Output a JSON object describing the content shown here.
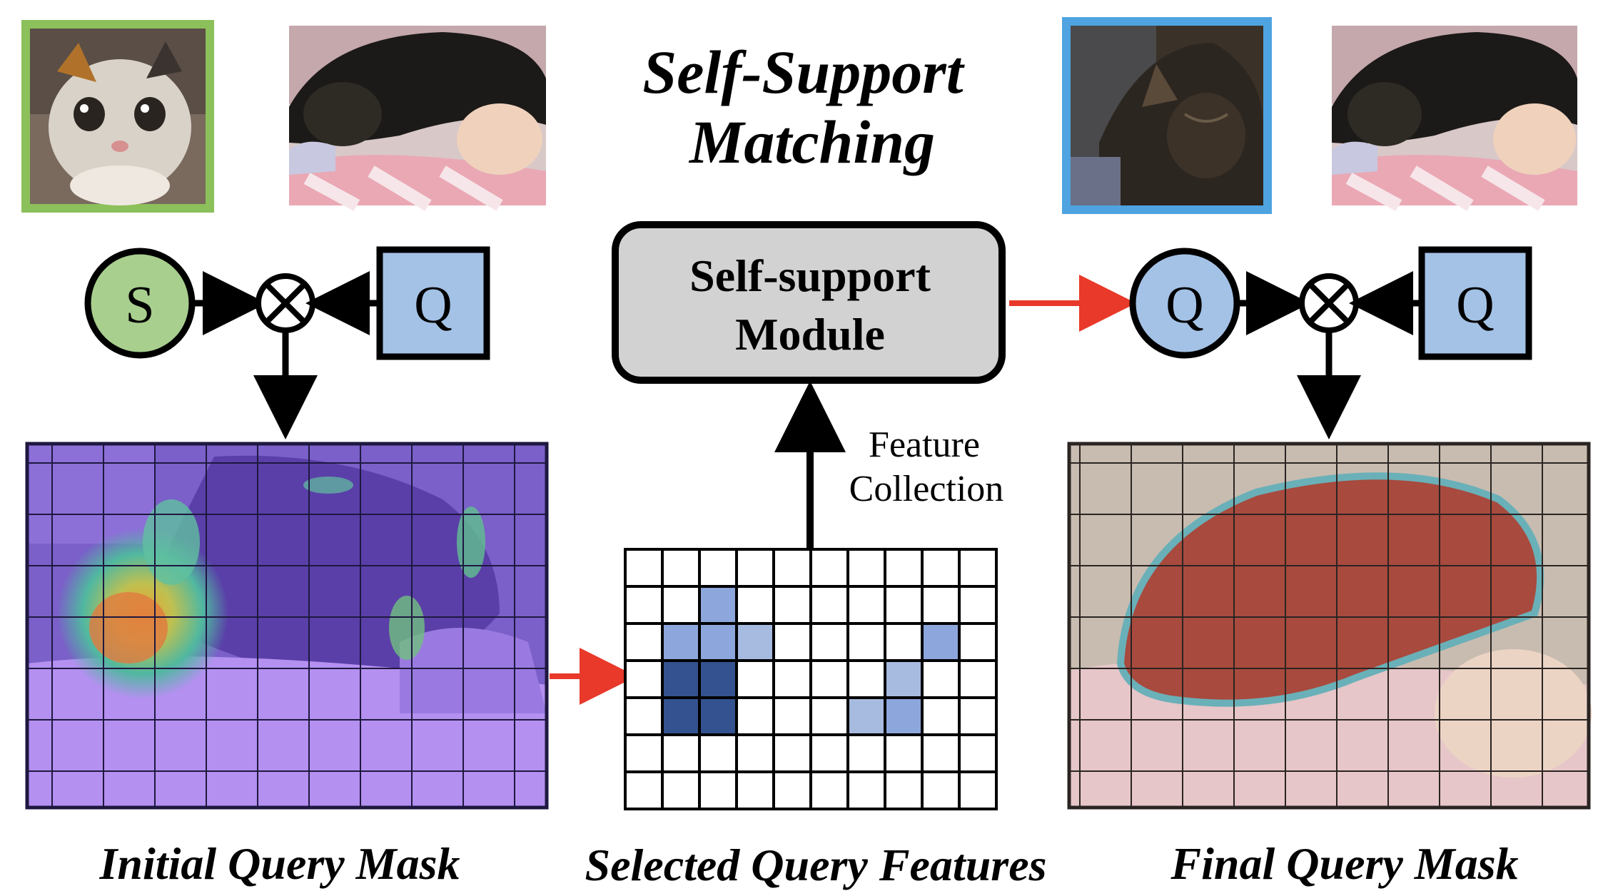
{
  "title": {
    "line1": "Self-Support",
    "line2": "Matching"
  },
  "module": {
    "line1": "Self-support",
    "line2": "Module"
  },
  "nodes": {
    "support_symbol": "S",
    "query_symbol": "Q",
    "multiply_symbol": "⊗"
  },
  "feature_collection": {
    "line1": "Feature",
    "line2": "Collection"
  },
  "captions": {
    "initial": "Initial Query Mask",
    "selected": "Selected Query Features",
    "final": "Final Query Mask"
  },
  "colors": {
    "support_green": "#a8cf8e",
    "support_border": "#8cc05a",
    "query_blue": "#a4c2e6",
    "query_border": "#4ea3e0",
    "module_gray": "#d2d2d2",
    "red_arrow": "#e8392a",
    "initial_overlay": "#8a5ae6",
    "final_overlay": "#b83a30",
    "cell_light": "#a7badf",
    "cell_mid": "#8da6dc",
    "cell_dark": "#34528f"
  },
  "selected_grid": {
    "cols": 10,
    "rows": 7,
    "cells": [
      {
        "r": 1,
        "c": 2,
        "level": "mid"
      },
      {
        "r": 2,
        "c": 1,
        "level": "mid"
      },
      {
        "r": 2,
        "c": 2,
        "level": "mid"
      },
      {
        "r": 2,
        "c": 3,
        "level": "light"
      },
      {
        "r": 2,
        "c": 8,
        "level": "mid"
      },
      {
        "r": 3,
        "c": 1,
        "level": "dark"
      },
      {
        "r": 3,
        "c": 2,
        "level": "dark"
      },
      {
        "r": 3,
        "c": 7,
        "level": "light"
      },
      {
        "r": 4,
        "c": 1,
        "level": "dark"
      },
      {
        "r": 4,
        "c": 2,
        "level": "dark"
      },
      {
        "r": 4,
        "c": 6,
        "level": "light"
      },
      {
        "r": 4,
        "c": 7,
        "level": "mid"
      }
    ]
  }
}
